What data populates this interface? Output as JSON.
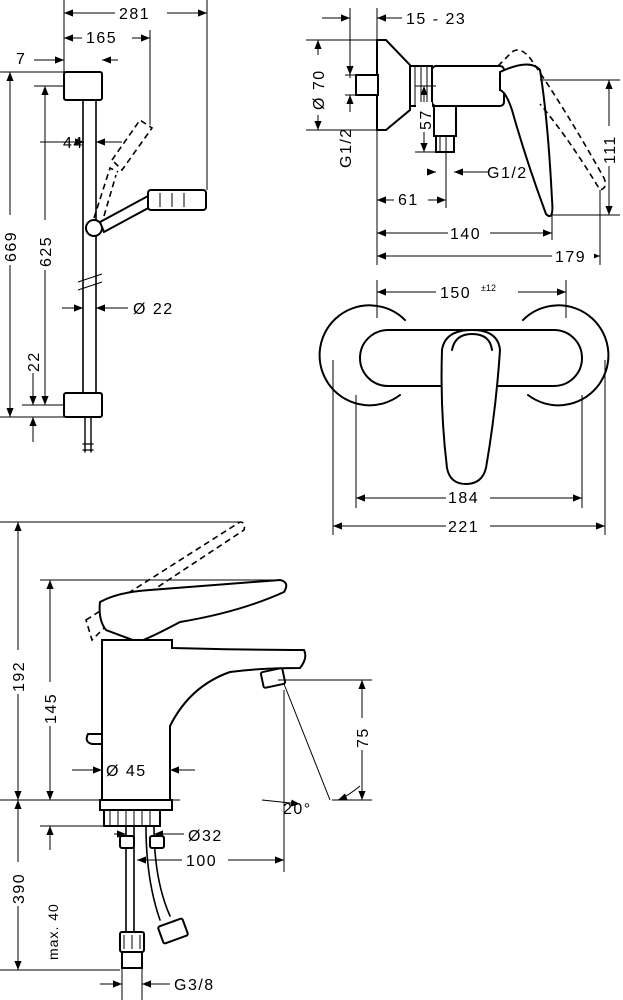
{
  "shower_rail": {
    "d281": "281",
    "d165": "165",
    "d7": "7",
    "d44": "44",
    "d669": "669",
    "d625": "625",
    "d22_height": "22",
    "d22_diam": "Ø 22"
  },
  "shower_mixer_side": {
    "d15_23": "15 - 23",
    "d70": "Ø 70",
    "g12_left": "G1/2",
    "d57": "57",
    "g12_right": "G1/2",
    "d111": "111",
    "d61": "61",
    "d140": "140",
    "d179": "179"
  },
  "shower_mixer_front": {
    "d150": "150",
    "tol12": "±12",
    "d184": "184",
    "d221": "221"
  },
  "basin_mixer": {
    "d192": "192",
    "d145": "145",
    "d75": "75",
    "d45": "Ø 45",
    "angle20": "20°",
    "d390": "390",
    "max40": "max. 40",
    "d32": "Ø32",
    "d100": "100",
    "g38": "G3/8"
  }
}
